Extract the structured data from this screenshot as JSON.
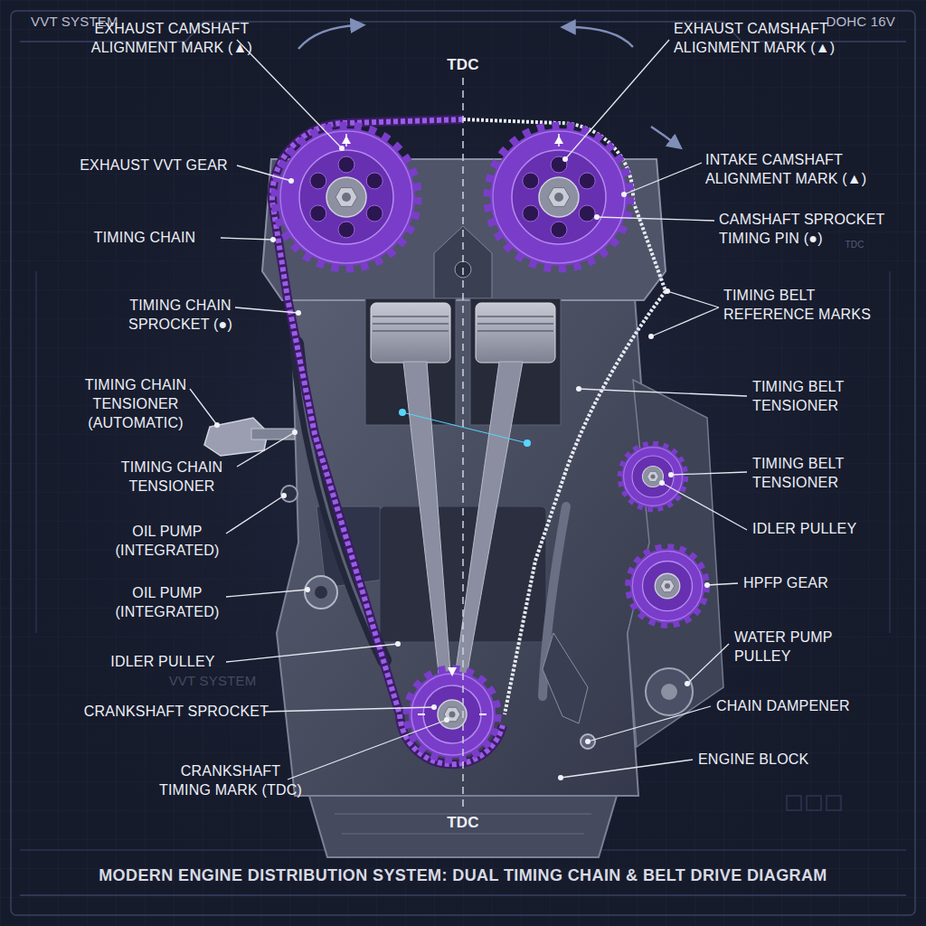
{
  "diagram": {
    "title": "MODERN ENGINE DISTRIBUTION SYSTEM: DUAL TIMING CHAIN & BELT DRIVE DIAGRAM",
    "labels": [
      "VVT SYSTEM",
      "DOHC 16V",
      "TDC",
      "EXHAUST CAMSHAFT ALIGNMENT MARK (▲)",
      "EXHAUST VVT GEAR",
      "TIMING CHAIN",
      "TIMING CHAIN SPROCKET (●)",
      "TIMING CHAIN TENSIONER (AUTOMATIC)",
      "TIMING CHAIN TENSIONER",
      "OIL PUMP (INTEGRATED)",
      "OIL PUMP (INTEGRATED)",
      "IDLER PULLEY",
      "CRANKSHAFT SPROCKET",
      "CRANKSHAFT TIMING MARK (TDC)",
      "EXHAUST CAMSHAFT ALIGNMENT MARK (▲)",
      "INTAKE CAMSHAFT ALIGNMENT MARK (▲)",
      "CAMSHAFT SPROCKET TIMING PIN (●)",
      "TIMING BELT REFERENCE MARKS",
      "TIMING BELT TENSIONER",
      "TIMING BELT TENSIONER",
      "IDLER PULLEY",
      "HPFP GEAR",
      "WATER PUMP PULLEY",
      "CHAIN DAMPENER",
      "ENGINE BLOCK",
      "VVT SYSTEM",
      "TDC",
      "TDC"
    ]
  }
}
